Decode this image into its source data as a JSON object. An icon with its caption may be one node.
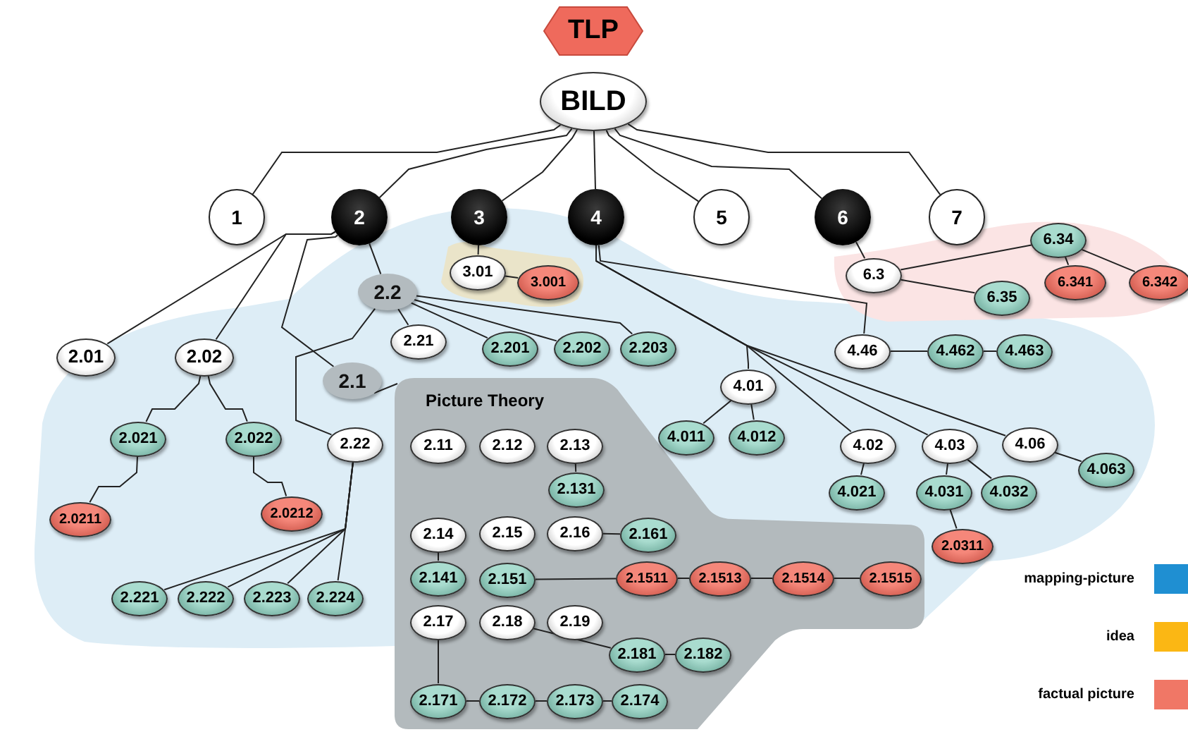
{
  "diagram": {
    "nodes": [
      {
        "text": [
          "TLP"
        ]
      },
      {
        "text": [
          "BILD"
        ]
      },
      {
        "text": [
          "1"
        ]
      },
      {
        "text": [
          "2"
        ]
      },
      {
        "text": [
          "3"
        ]
      },
      {
        "text": [
          "4"
        ]
      },
      {
        "text": [
          "5"
        ]
      },
      {
        "text": [
          "6"
        ]
      },
      {
        "text": [
          "7"
        ]
      },
      {
        "text": [
          "3.01"
        ]
      },
      {
        "text": [
          "3.001"
        ]
      },
      {
        "text": [
          "6.3"
        ]
      },
      {
        "text": [
          "6.34"
        ]
      },
      {
        "text": [
          "6.341"
        ]
      },
      {
        "text": [
          "6.342"
        ]
      },
      {
        "text": [
          "6.35"
        ]
      },
      {
        "text": [
          "2.2"
        ]
      },
      {
        "text": [
          "2.01"
        ]
      },
      {
        "text": [
          "2.02"
        ]
      },
      {
        "text": [
          "2.21"
        ]
      },
      {
        "text": [
          "2.201"
        ]
      },
      {
        "text": [
          "2.202"
        ]
      },
      {
        "text": [
          "2.203"
        ]
      },
      {
        "text": [
          "4.46"
        ]
      },
      {
        "text": [
          "4.462"
        ]
      },
      {
        "text": [
          "4.463"
        ]
      },
      {
        "text": [
          "2.1"
        ]
      },
      {
        "text": [
          "4.01"
        ]
      },
      {
        "text": [
          "2.021"
        ]
      },
      {
        "text": [
          "2.022"
        ]
      },
      {
        "text": [
          "2.22"
        ]
      },
      {
        "text": [
          "Picture Theory"
        ]
      },
      {
        "text": [
          "2.11"
        ],
        "in": 31
      },
      {
        "text": [
          "2.12"
        ],
        "in": 31
      },
      {
        "text": [
          "2.13"
        ],
        "in": 31
      },
      {
        "text": [
          "2.131"
        ],
        "in": 31
      },
      {
        "text": [
          "4.011"
        ]
      },
      {
        "text": [
          "4.012"
        ]
      },
      {
        "text": [
          "4.02"
        ]
      },
      {
        "text": [
          "4.03"
        ]
      },
      {
        "text": [
          "4.06"
        ]
      },
      {
        "text": [
          "4.021"
        ]
      },
      {
        "text": [
          "4.031"
        ]
      },
      {
        "text": [
          "4.032"
        ]
      },
      {
        "text": [
          "4.063"
        ]
      },
      {
        "text": [
          "2.0211"
        ]
      },
      {
        "text": [
          "2.0212"
        ]
      },
      {
        "text": [
          "2.14"
        ],
        "in": 31
      },
      {
        "text": [
          "2.15"
        ],
        "in": 31
      },
      {
        "text": [
          "2.16"
        ],
        "in": 31
      },
      {
        "text": [
          "2.161"
        ],
        "in": 31
      },
      {
        "text": [
          "2.0311"
        ]
      },
      {
        "text": [
          "2.141"
        ],
        "in": 31
      },
      {
        "text": [
          "2.151"
        ],
        "in": 31
      },
      {
        "text": [
          "2.1511"
        ],
        "in": 31
      },
      {
        "text": [
          "2.1513"
        ],
        "in": 31
      },
      {
        "text": [
          "2.1514"
        ],
        "in": 31
      },
      {
        "text": [
          "2.1515"
        ],
        "in": 31
      },
      {
        "text": [
          "2.17"
        ],
        "in": 31
      },
      {
        "text": [
          "2.18"
        ],
        "in": 31
      },
      {
        "text": [
          "2.19"
        ],
        "in": 31
      },
      {
        "text": [
          "2.181"
        ],
        "in": 31
      },
      {
        "text": [
          "2.182"
        ],
        "in": 31
      },
      {
        "text": [
          "2.221"
        ]
      },
      {
        "text": [
          "2.222"
        ]
      },
      {
        "text": [
          "2.223"
        ]
      },
      {
        "text": [
          "2.224"
        ]
      },
      {
        "text": [
          "2.171"
        ],
        "in": 31
      },
      {
        "text": [
          "2.172"
        ],
        "in": 31
      },
      {
        "text": [
          "2.173"
        ],
        "in": 31
      },
      {
        "text": [
          "2.174"
        ],
        "in": 31
      }
    ],
    "edges": [
      {
        "from": 1,
        "to": 2,
        "arrow": "none"
      },
      {
        "from": 1,
        "to": 3,
        "arrow": "none"
      },
      {
        "from": 1,
        "to": 4,
        "arrow": "none"
      },
      {
        "from": 1,
        "to": 5,
        "arrow": "none"
      },
      {
        "from": 1,
        "to": 6,
        "arrow": "none"
      },
      {
        "from": 1,
        "to": 7,
        "arrow": "none"
      },
      {
        "from": 1,
        "to": 8,
        "arrow": "none"
      },
      {
        "from": 3,
        "to": 17,
        "arrow": "none"
      },
      {
        "from": 3,
        "to": 18,
        "arrow": "none"
      },
      {
        "from": 3,
        "to": 16,
        "arrow": "none"
      },
      {
        "from": 3,
        "to": 26,
        "arrow": "none"
      },
      {
        "from": 16,
        "to": 19,
        "arrow": "none"
      },
      {
        "from": 16,
        "to": 20,
        "arrow": "none"
      },
      {
        "from": 16,
        "to": 21,
        "arrow": "none"
      },
      {
        "from": 16,
        "to": 22,
        "arrow": "none"
      },
      {
        "from": 16,
        "to": 30,
        "arrow": "none"
      },
      {
        "from": 26,
        "to": 31,
        "arrow": "none"
      },
      {
        "from": 18,
        "to": 28,
        "arrow": "none"
      },
      {
        "from": 18,
        "to": 29,
        "arrow": "none"
      },
      {
        "from": 28,
        "to": 45,
        "arrow": "none"
      },
      {
        "from": 29,
        "to": 46,
        "arrow": "none"
      },
      {
        "from": 30,
        "to": 63,
        "arrow": "none"
      },
      {
        "from": 30,
        "to": 64,
        "arrow": "none"
      },
      {
        "from": 30,
        "to": 65,
        "arrow": "none"
      },
      {
        "from": 30,
        "to": 66,
        "arrow": "none"
      },
      {
        "from": 4,
        "to": 9,
        "arrow": "none"
      },
      {
        "from": 9,
        "to": 10,
        "arrow": "none"
      },
      {
        "from": 5,
        "to": 23,
        "arrow": "none"
      },
      {
        "from": 23,
        "to": 24,
        "arrow": "none"
      },
      {
        "from": 24,
        "to": 25,
        "arrow": "none"
      },
      {
        "from": 5,
        "to": 27,
        "arrow": "none"
      },
      {
        "from": 5,
        "to": 38,
        "arrow": "none"
      },
      {
        "from": 5,
        "to": 39,
        "arrow": "none"
      },
      {
        "from": 5,
        "to": 40,
        "arrow": "none"
      },
      {
        "from": 27,
        "to": 36,
        "arrow": "none"
      },
      {
        "from": 27,
        "to": 37,
        "arrow": "none"
      },
      {
        "from": 38,
        "to": 41,
        "arrow": "none"
      },
      {
        "from": 39,
        "to": 42,
        "arrow": "none"
      },
      {
        "from": 39,
        "to": 43,
        "arrow": "none"
      },
      {
        "from": 42,
        "to": 51,
        "arrow": "none"
      },
      {
        "from": 40,
        "to": 44,
        "arrow": "none"
      },
      {
        "from": 7,
        "to": 11,
        "arrow": "none"
      },
      {
        "from": 11,
        "to": 12,
        "arrow": "none"
      },
      {
        "from": 11,
        "to": 15,
        "arrow": "none"
      },
      {
        "from": 12,
        "to": 13,
        "arrow": "none"
      },
      {
        "from": 12,
        "to": 14,
        "arrow": "none"
      },
      {
        "from": 34,
        "to": 35,
        "arrow": "none"
      },
      {
        "from": 47,
        "to": 52,
        "arrow": "none"
      },
      {
        "from": 49,
        "to": 50,
        "arrow": "none"
      },
      {
        "from": 53,
        "to": 54,
        "arrow": "none"
      },
      {
        "from": 54,
        "to": 55,
        "arrow": "none"
      },
      {
        "from": 55,
        "to": 56,
        "arrow": "none"
      },
      {
        "from": 56,
        "to": 57,
        "arrow": "none"
      },
      {
        "from": 58,
        "to": 67,
        "arrow": "none"
      },
      {
        "from": 67,
        "to": 68,
        "arrow": "none"
      },
      {
        "from": 68,
        "to": 69,
        "arrow": "none"
      },
      {
        "from": 69,
        "to": 70,
        "arrow": "none"
      },
      {
        "from": 59,
        "to": 61,
        "arrow": "none"
      },
      {
        "from": 61,
        "to": 62,
        "arrow": "none"
      }
    ],
    "legend": [
      {
        "text": "mapping-picture",
        "color": "#1f8fd2"
      },
      {
        "text": "idea",
        "color": "#fbb714"
      },
      {
        "text": "factual picture",
        "color": "#f07766"
      }
    ]
  }
}
